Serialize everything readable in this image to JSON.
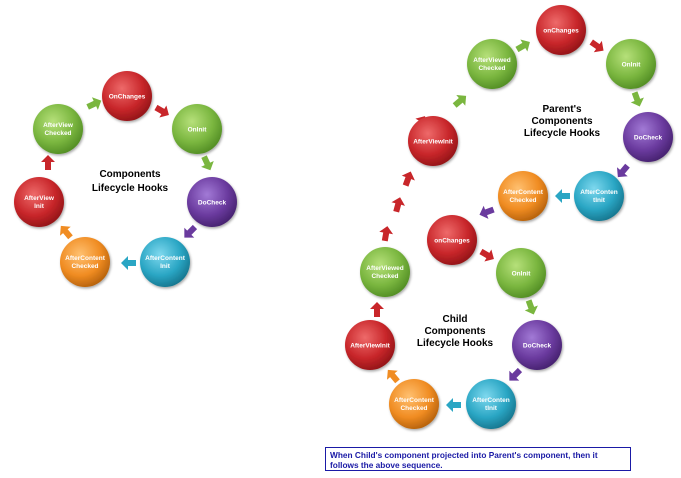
{
  "colors": {
    "red": "#c8262a",
    "green": "#7ab63f",
    "purple": "#6a3a9e",
    "teal": "#2aa6c4",
    "orange": "#f08c22"
  },
  "left_cycle": {
    "title": [
      "Components",
      "Lifecycle Hooks"
    ],
    "nodes": [
      {
        "label": [
          "OnChanges"
        ],
        "color": "red"
      },
      {
        "label": [
          "OnInit"
        ],
        "color": "green"
      },
      {
        "label": [
          "DoCheck"
        ],
        "color": "purple"
      },
      {
        "label": [
          "AfterContent",
          "Init"
        ],
        "color": "teal"
      },
      {
        "label": [
          "AfterContent",
          "Checked"
        ],
        "color": "orange"
      },
      {
        "label": [
          "AfterView",
          "Init"
        ],
        "color": "red"
      },
      {
        "label": [
          "AfterView",
          "Checked"
        ],
        "color": "green"
      }
    ]
  },
  "parent_cycle": {
    "title": [
      "Parent's",
      "Components",
      "Lifecycle Hooks"
    ],
    "nodes": [
      {
        "label": [
          "onChanges"
        ],
        "color": "red"
      },
      {
        "label": [
          "OnInit"
        ],
        "color": "green"
      },
      {
        "label": [
          "DoCheck"
        ],
        "color": "purple"
      },
      {
        "label": [
          "AfterConten",
          "tInit"
        ],
        "color": "teal"
      },
      {
        "label": [
          "AfterContent",
          "Checked"
        ],
        "color": "orange"
      },
      {
        "label": [
          "AfterViewed",
          "Checked"
        ],
        "color": "green"
      },
      {
        "label": [
          "AfterViewInit"
        ],
        "color": "red"
      }
    ]
  },
  "child_cycle": {
    "title": [
      "Child",
      "Components",
      "Lifecycle Hooks"
    ],
    "nodes": [
      {
        "label": [
          "onChanges"
        ],
        "color": "red"
      },
      {
        "label": [
          "OnInit"
        ],
        "color": "green"
      },
      {
        "label": [
          "DoCheck"
        ],
        "color": "purple"
      },
      {
        "label": [
          "AfterConten",
          "tInit"
        ],
        "color": "teal"
      },
      {
        "label": [
          "AfterContent",
          "Checked"
        ],
        "color": "orange"
      },
      {
        "label": [
          "AfterViewInit"
        ],
        "color": "red"
      },
      {
        "label": [
          "AfterViewed",
          "Checked"
        ],
        "color": "green"
      }
    ]
  },
  "caption": "When Child's component projected into Parent's component, then it follows the above sequence."
}
